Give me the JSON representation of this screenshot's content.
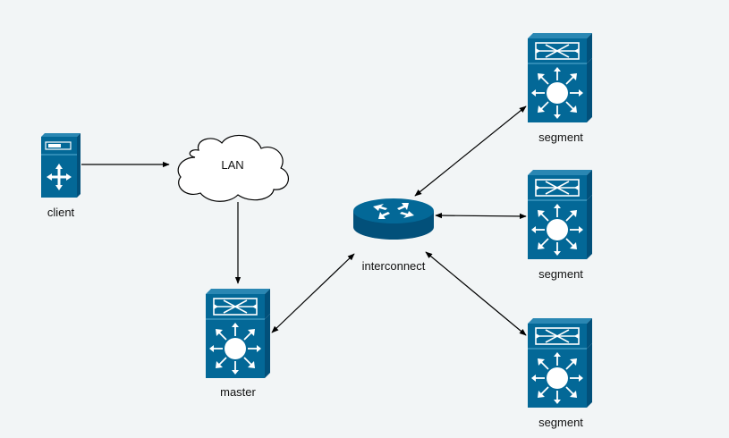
{
  "diagram": {
    "background": "#f2f5f6",
    "device_color": "#036897",
    "device_dark": "#02507a",
    "line_color": "#000000",
    "nodes": {
      "client": {
        "label": "client",
        "icon": "server-icon"
      },
      "lan": {
        "label": "LAN",
        "icon": "cloud-icon"
      },
      "master": {
        "label": "master",
        "icon": "layer3-switch-icon"
      },
      "interconnect": {
        "label": "interconnect",
        "icon": "router-icon"
      },
      "segment_1": {
        "label": "segment",
        "icon": "layer3-switch-icon"
      },
      "segment_2": {
        "label": "segment",
        "icon": "layer3-switch-icon"
      },
      "segment_3": {
        "label": "segment",
        "icon": "layer3-switch-icon"
      }
    },
    "edges": [
      {
        "from": "client",
        "to": "lan",
        "direction": "forward"
      },
      {
        "from": "lan",
        "to": "master",
        "direction": "forward"
      },
      {
        "from": "master",
        "to": "interconnect",
        "direction": "both"
      },
      {
        "from": "interconnect",
        "to": "segment_1",
        "direction": "both"
      },
      {
        "from": "interconnect",
        "to": "segment_2",
        "direction": "both"
      },
      {
        "from": "interconnect",
        "to": "segment_3",
        "direction": "both"
      }
    ]
  }
}
